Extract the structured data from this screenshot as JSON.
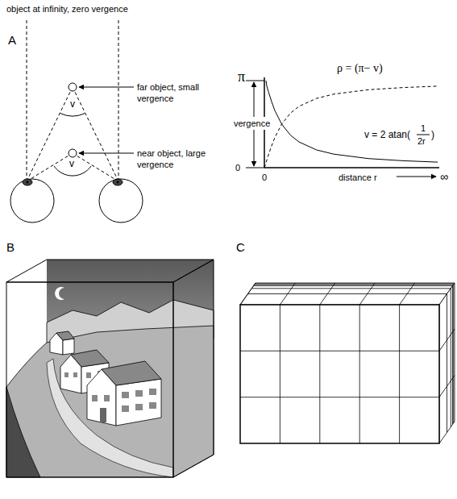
{
  "diagram": {
    "labels": [
      "object at infinity, zero vergence",
      "A",
      "far object, small vergence",
      "near object, large vergence",
      "v",
      "v",
      "π",
      "vergence",
      "0",
      "ρ = (π− v)",
      "v = 2 atan(",
      "1",
      "2r",
      ")",
      "0",
      "distance r",
      "∞",
      "B",
      "C"
    ]
  }
}
